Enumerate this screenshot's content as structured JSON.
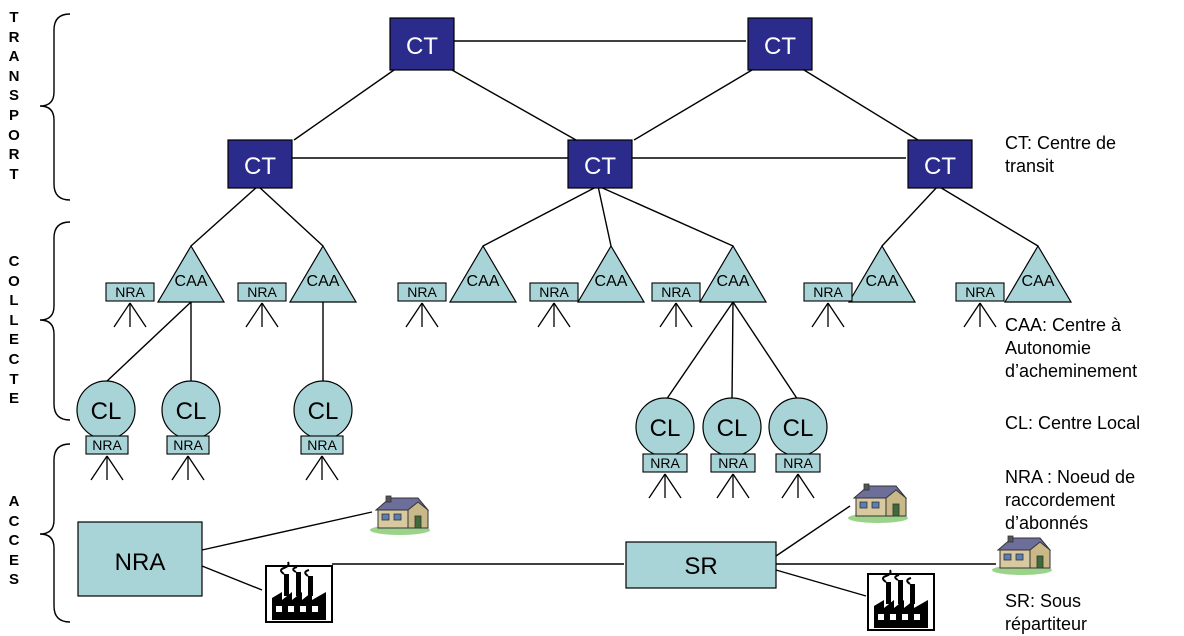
{
  "side_labels": {
    "transport": "TRANSPORT",
    "collecte": "COLLECTE",
    "acces": "ACCES"
  },
  "nodes": {
    "ct": "CT",
    "caa": "CAA",
    "nra": "NRA",
    "cl": "CL",
    "sr": "SR"
  },
  "legend": {
    "ct": [
      "CT: Centre de",
      "transit"
    ],
    "caa": [
      "CAA: Centre à",
      "Autonomie",
      "d’acheminement"
    ],
    "cl": [
      "CL: Centre Local"
    ],
    "nra": [
      "NRA : Noeud de",
      "raccordement",
      "d’abonnés"
    ],
    "sr": [
      "SR: Sous",
      "répartiteur"
    ]
  },
  "icons": [
    "house-icon",
    "factory-icon"
  ],
  "colors": {
    "ct_fill": "#2b2b8c",
    "ct_text": "#ffffff",
    "node_fill": "#a8d4d8",
    "line": "#000000"
  }
}
